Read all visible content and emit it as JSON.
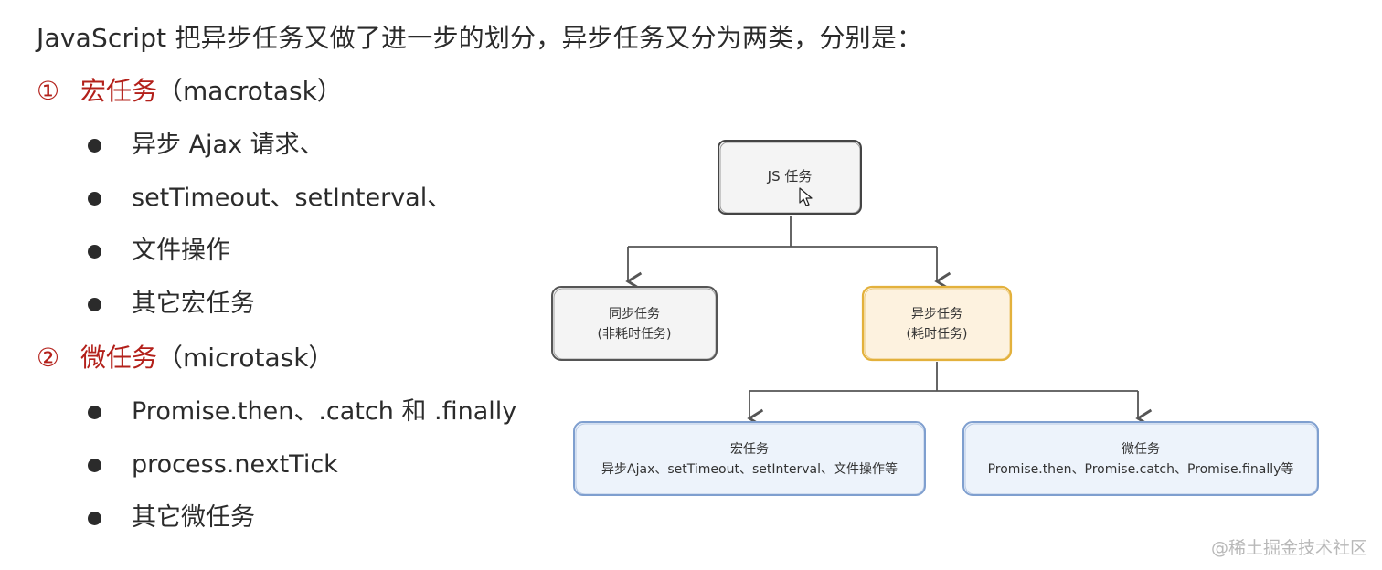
{
  "intro": "JavaScript 把异步任务又做了进一步的划分，异步任务又分为两类，分别是：",
  "macro": {
    "number": "①",
    "label": "宏任务",
    "sub": "（macrotask）",
    "items": [
      "异步 Ajax 请求、",
      "setTimeout、setInterval、",
      "文件操作",
      "其它宏任务"
    ]
  },
  "micro": {
    "number": "②",
    "label": "微任务",
    "sub": "（microtask）",
    "items": [
      "Promise.then、.catch 和 .finally",
      "process.nextTick",
      "其它微任务"
    ]
  },
  "diagram": {
    "root": {
      "label": "JS 任务"
    },
    "sync": {
      "line1": "同步任务",
      "line2": "(非耗时任务)"
    },
    "async": {
      "line1": "异步任务",
      "line2": "(耗时任务)"
    },
    "macro_box": {
      "line1": "宏任务",
      "line2": "异步Ajax、setTimeout、setInterval、文件操作等"
    },
    "micro_box": {
      "line1": "微任务",
      "line2": "Promise.then、Promise.catch、Promise.finally等"
    },
    "colors": {
      "root_fill": "#f4f4f4",
      "root_stroke": "#444444",
      "sync_fill": "#f4f4f4",
      "sync_stroke": "#555555",
      "async_fill": "#fdf2df",
      "async_stroke": "#e3b13c",
      "task_fill": "#edf3fb",
      "task_stroke": "#7f9fcf",
      "arrow": "#555555"
    }
  },
  "watermark": "@稀土掘金技术社区",
  "colors": {
    "accent_red": "#b3201a",
    "text": "#2b2b2b"
  }
}
